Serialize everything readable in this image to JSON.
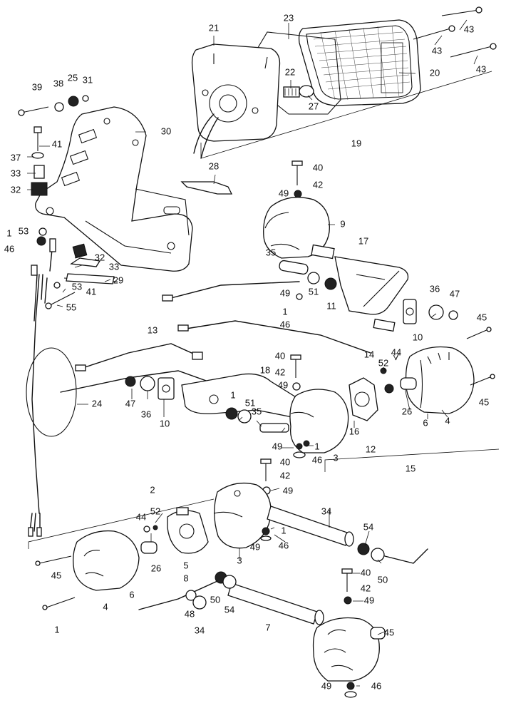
{
  "diagram": {
    "type": "exploded-parts-diagram",
    "line_color": "#111111",
    "background": "#ffffff",
    "callouts": [
      {
        "id": "c43a",
        "text": "43"
      },
      {
        "id": "c23",
        "text": "23"
      },
      {
        "id": "c21",
        "text": "21"
      },
      {
        "id": "c43b",
        "text": "43"
      },
      {
        "id": "c43c",
        "text": "43"
      },
      {
        "id": "c20",
        "text": "20"
      },
      {
        "id": "c22",
        "text": "22"
      },
      {
        "id": "c27",
        "text": "27"
      },
      {
        "id": "c19",
        "text": "19"
      },
      {
        "id": "c39",
        "text": "39"
      },
      {
        "id": "c38",
        "text": "38"
      },
      {
        "id": "c25",
        "text": "25"
      },
      {
        "id": "c31",
        "text": "31"
      },
      {
        "id": "c30",
        "text": "30"
      },
      {
        "id": "c41a",
        "text": "41"
      },
      {
        "id": "c37",
        "text": "37"
      },
      {
        "id": "c33a",
        "text": "33"
      },
      {
        "id": "c32a",
        "text": "32"
      },
      {
        "id": "c28",
        "text": "28"
      },
      {
        "id": "c40a",
        "text": "40"
      },
      {
        "id": "c42a",
        "text": "42"
      },
      {
        "id": "c49a",
        "text": "49"
      },
      {
        "id": "c9",
        "text": "9"
      },
      {
        "id": "c1a",
        "text": "1"
      },
      {
        "id": "c53a",
        "text": "53"
      },
      {
        "id": "c46a",
        "text": "46"
      },
      {
        "id": "c17",
        "text": "17"
      },
      {
        "id": "c35a",
        "text": "35"
      },
      {
        "id": "c32b",
        "text": "32"
      },
      {
        "id": "c33b",
        "text": "33"
      },
      {
        "id": "c29",
        "text": "29"
      },
      {
        "id": "c53b",
        "text": "53"
      },
      {
        "id": "c41b",
        "text": "41"
      },
      {
        "id": "c55",
        "text": "55"
      },
      {
        "id": "c49b",
        "text": "49"
      },
      {
        "id": "c51a",
        "text": "51"
      },
      {
        "id": "c11",
        "text": "11"
      },
      {
        "id": "c36a",
        "text": "36"
      },
      {
        "id": "c47a",
        "text": "47"
      },
      {
        "id": "c1b",
        "text": "1"
      },
      {
        "id": "c46b",
        "text": "46"
      },
      {
        "id": "c10a",
        "text": "10"
      },
      {
        "id": "c45a",
        "text": "45"
      },
      {
        "id": "c13",
        "text": "13"
      },
      {
        "id": "c14",
        "text": "14"
      },
      {
        "id": "c44a",
        "text": "44"
      },
      {
        "id": "c40b",
        "text": "40"
      },
      {
        "id": "c42b",
        "text": "42"
      },
      {
        "id": "c52a",
        "text": "52"
      },
      {
        "id": "c18",
        "text": "18"
      },
      {
        "id": "c49c",
        "text": "49"
      },
      {
        "id": "c24",
        "text": "24"
      },
      {
        "id": "c47b",
        "text": "47"
      },
      {
        "id": "c36b",
        "text": "36"
      },
      {
        "id": "c10b",
        "text": "10"
      },
      {
        "id": "c1c",
        "text": "1"
      },
      {
        "id": "c51b",
        "text": "51"
      },
      {
        "id": "c35b",
        "text": "35"
      },
      {
        "id": "c26a",
        "text": "26"
      },
      {
        "id": "c6a",
        "text": "6"
      },
      {
        "id": "c4a",
        "text": "4"
      },
      {
        "id": "c45b",
        "text": "45"
      },
      {
        "id": "c16",
        "text": "16"
      },
      {
        "id": "c49d",
        "text": "49"
      },
      {
        "id": "c1d",
        "text": "1"
      },
      {
        "id": "c12",
        "text": "12"
      },
      {
        "id": "c3a",
        "text": "3"
      },
      {
        "id": "c46c",
        "text": "46"
      },
      {
        "id": "c15",
        "text": "15"
      },
      {
        "id": "c40c",
        "text": "40"
      },
      {
        "id": "c42c",
        "text": "42"
      },
      {
        "id": "c49e",
        "text": "49"
      },
      {
        "id": "c2",
        "text": "2"
      },
      {
        "id": "c44b",
        "text": "44"
      },
      {
        "id": "c52b",
        "text": "52"
      },
      {
        "id": "c34a",
        "text": "34"
      },
      {
        "id": "c1e",
        "text": "1"
      },
      {
        "id": "c54a",
        "text": "54"
      },
      {
        "id": "c49f",
        "text": "49"
      },
      {
        "id": "c46d",
        "text": "46"
      },
      {
        "id": "c45c",
        "text": "45"
      },
      {
        "id": "c26b",
        "text": "26"
      },
      {
        "id": "c5",
        "text": "5"
      },
      {
        "id": "c8",
        "text": "8"
      },
      {
        "id": "c3b",
        "text": "3"
      },
      {
        "id": "c40d",
        "text": "40"
      },
      {
        "id": "c42d",
        "text": "42"
      },
      {
        "id": "c50a",
        "text": "50"
      },
      {
        "id": "c49g",
        "text": "49"
      },
      {
        "id": "c4b",
        "text": "4"
      },
      {
        "id": "c6b",
        "text": "6"
      },
      {
        "id": "c50b",
        "text": "50"
      },
      {
        "id": "c54b",
        "text": "54"
      },
      {
        "id": "c48",
        "text": "48"
      },
      {
        "id": "c34b",
        "text": "34"
      },
      {
        "id": "c7",
        "text": "7"
      },
      {
        "id": "c45d",
        "text": "45"
      },
      {
        "id": "c1f",
        "text": "1"
      },
      {
        "id": "c49h",
        "text": "49"
      },
      {
        "id": "c46e",
        "text": "46"
      }
    ]
  }
}
